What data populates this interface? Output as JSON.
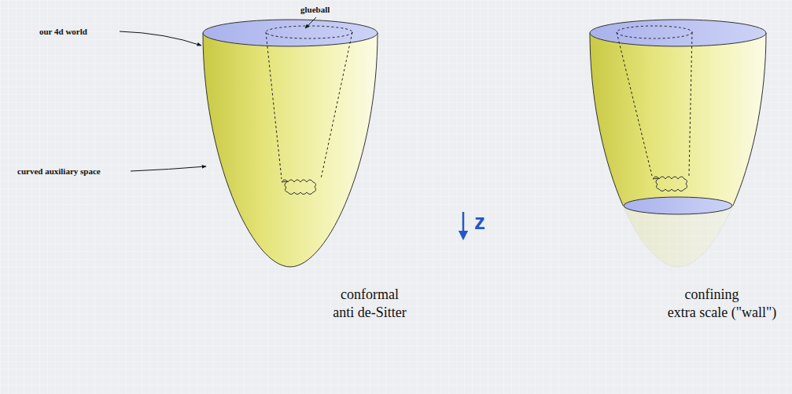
{
  "diagram": {
    "labels": [
      "our 4d world",
      "glueball",
      "curved auxiliary space",
      "conformal",
      "anti de-Sitter",
      "z",
      "confining",
      "extra scale (\"wall\")"
    ]
  }
}
